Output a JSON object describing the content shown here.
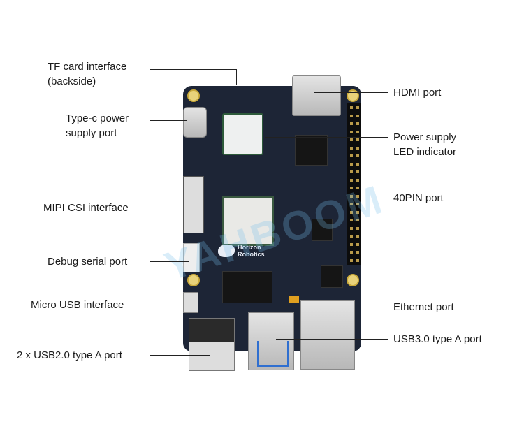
{
  "diagram": {
    "watermark": "YAHBOOM",
    "board_brand": [
      "Horizon",
      "Robotics"
    ],
    "left_labels": [
      {
        "lines": [
          "TF card interface",
          "(backside)"
        ]
      },
      {
        "lines": [
          "Type-c power",
          "supply port"
        ]
      },
      {
        "lines": [
          "MIPI CSI interface"
        ]
      },
      {
        "lines": [
          "Debug serial port"
        ]
      },
      {
        "lines": [
          "Micro USB interface"
        ]
      },
      {
        "lines": [
          "2 x USB2.0 type A port"
        ]
      }
    ],
    "right_labels": [
      {
        "lines": [
          "HDMI port"
        ]
      },
      {
        "lines": [
          "Power supply",
          "LED indicator"
        ]
      },
      {
        "lines": [
          "40PIN port"
        ]
      },
      {
        "lines": [
          "Ethernet port"
        ]
      },
      {
        "lines": [
          "USB3.0 type A port"
        ]
      }
    ]
  }
}
